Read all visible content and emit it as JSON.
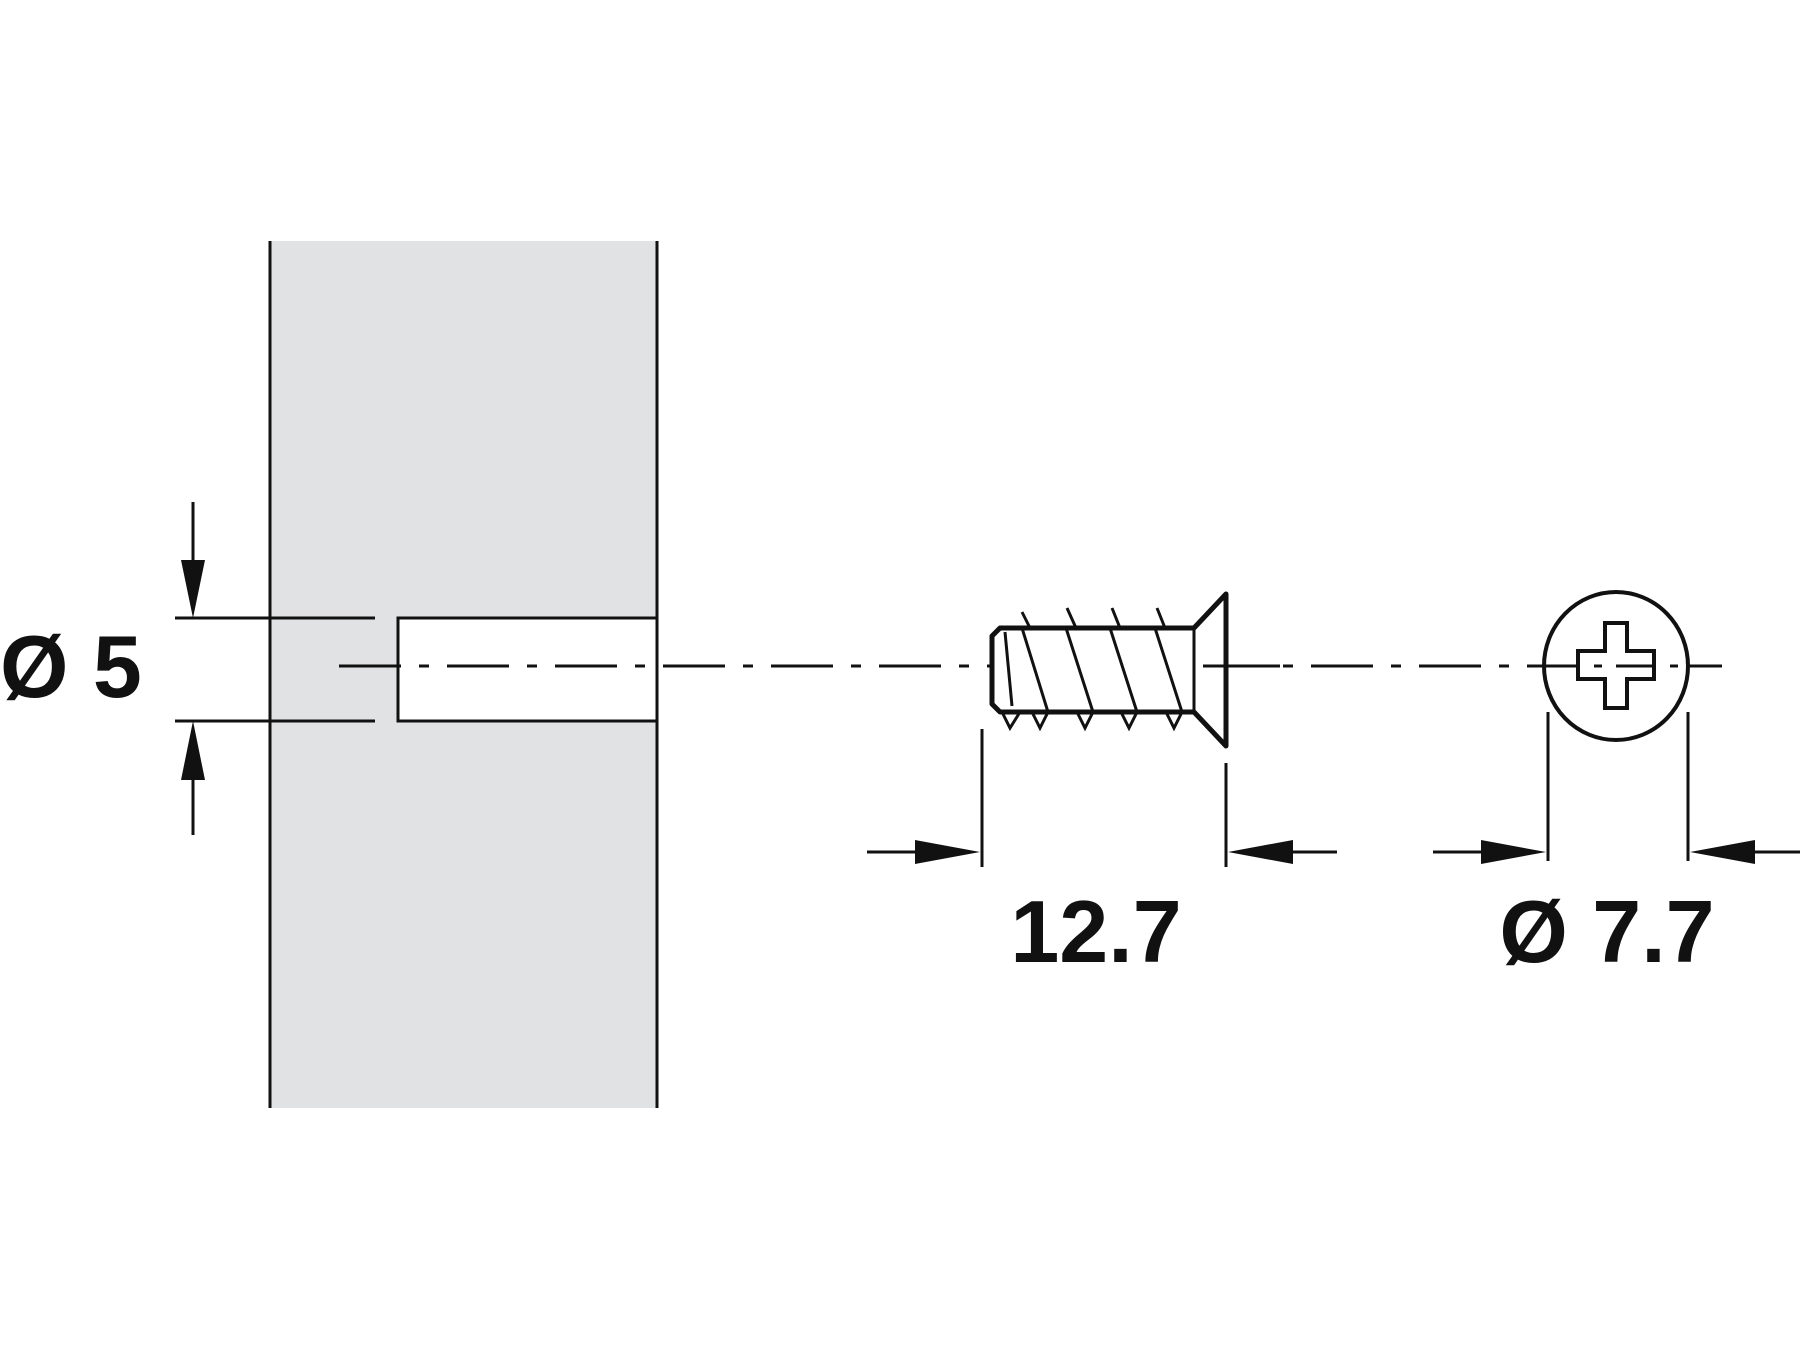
{
  "labels": {
    "hole_diameter": "Ø 5",
    "screw_length": "12.7",
    "head_diameter": "Ø 7.7"
  },
  "colors": {
    "panel_fill": "#e1e2e4",
    "line": "#111111"
  }
}
